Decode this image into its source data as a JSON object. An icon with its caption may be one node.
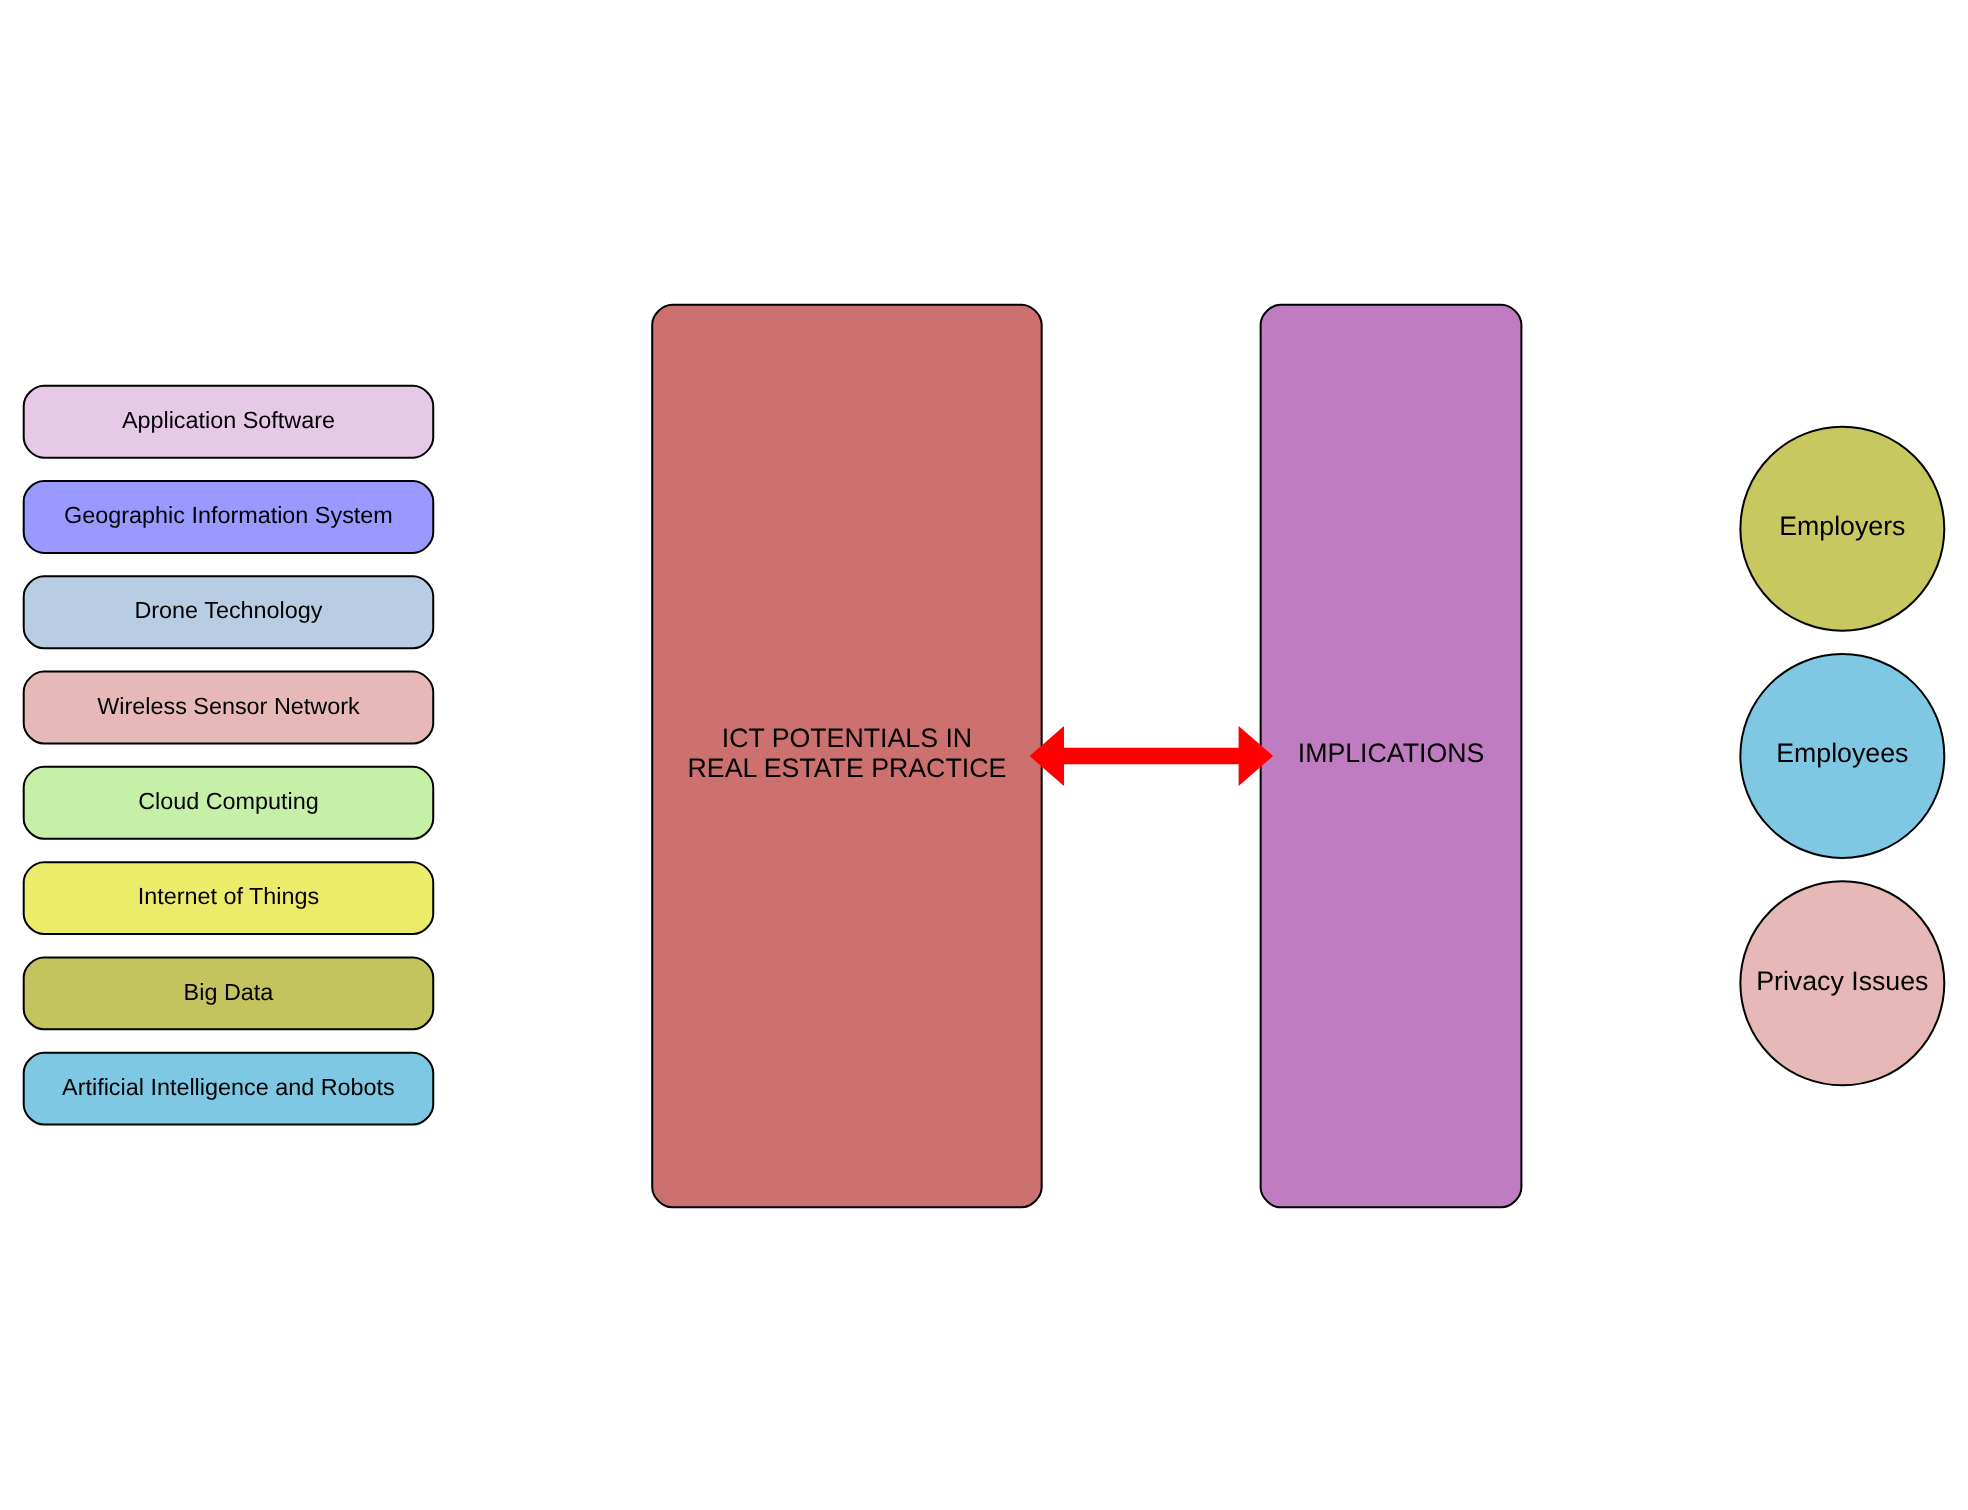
{
  "diagram": {
    "nodes": [
      {
        "text": [
          "Application Software"
        ]
      },
      {
        "text": [
          "Geographic Information System"
        ]
      },
      {
        "text": [
          "Drone Technology"
        ]
      },
      {
        "text": [
          "Wireless Sensor Network"
        ]
      },
      {
        "text": [
          "Cloud Computing"
        ]
      },
      {
        "text": [
          "Internet of Things"
        ]
      },
      {
        "text": [
          "Big Data"
        ]
      },
      {
        "text": [
          "Artificial Intelligence and Robots"
        ]
      },
      {
        "text": [
          "ICT POTENTIALS IN REAL ESTATE PRACTICE"
        ]
      },
      {
        "text": [
          "IMPLICATIONS"
        ]
      },
      {
        "text": [
          "Employers"
        ]
      },
      {
        "text": [
          "Employees"
        ]
      },
      {
        "text": [
          "Privacy Issues"
        ]
      }
    ],
    "edges": [
      {
        "from": 8,
        "to": 9,
        "arrow": "both",
        "color": "#ff0000"
      }
    ]
  }
}
